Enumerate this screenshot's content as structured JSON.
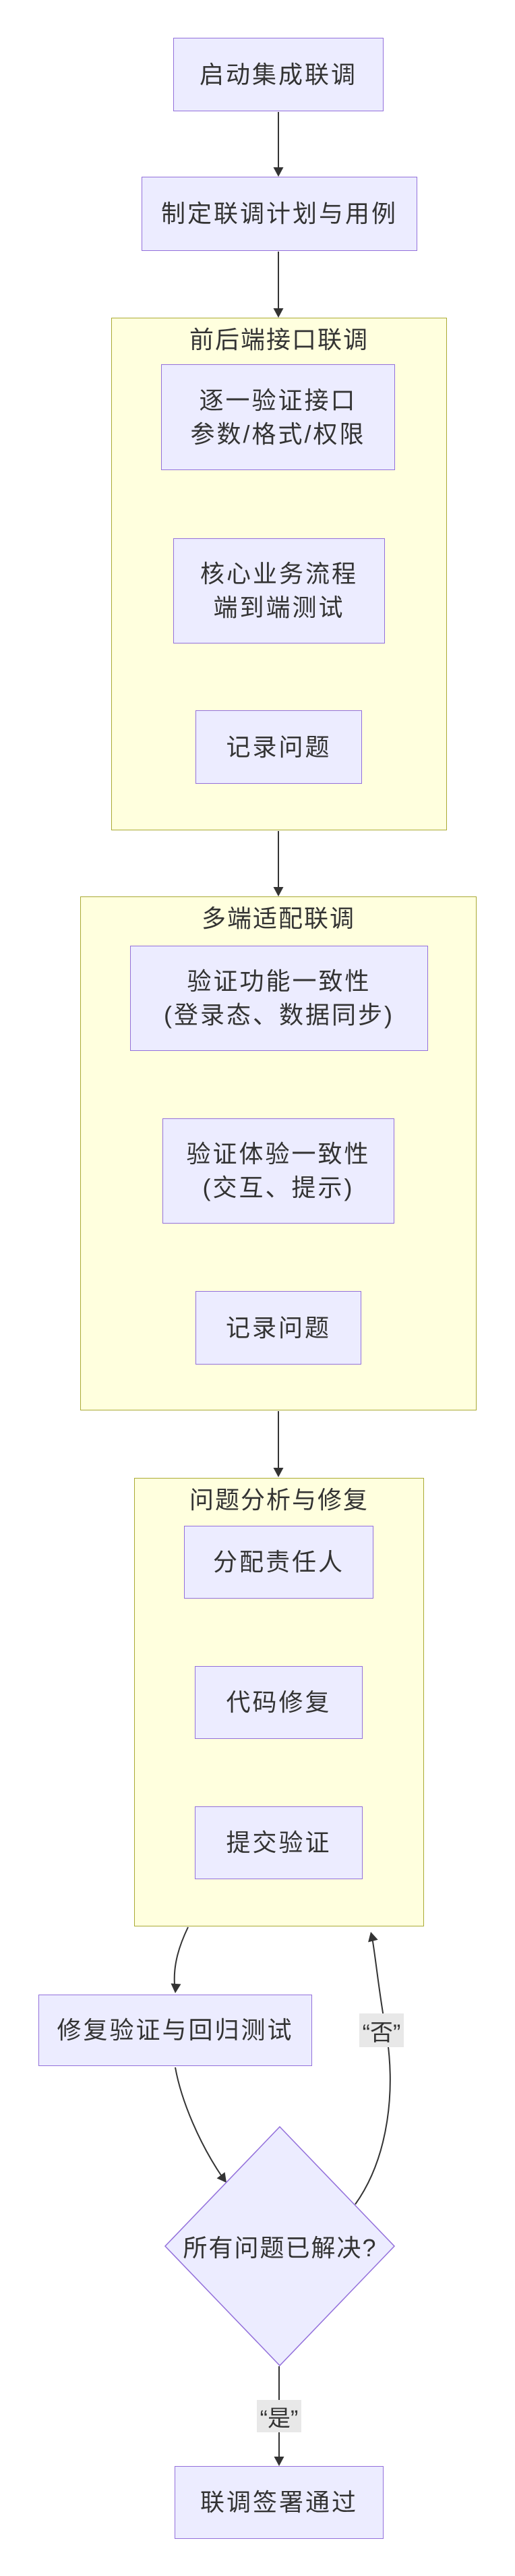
{
  "diagram": {
    "type": "flowchart",
    "direction": "top-down",
    "background": "#FFFFFF"
  },
  "colors": {
    "node_fill": "#ECECFF",
    "node_border": "#9370DB",
    "cluster_fill": "#FFFFDE",
    "cluster_border": "#AAAA33",
    "edge_color": "#333333",
    "text_color": "#333333",
    "edge_label_bg": "#E8E8E8"
  },
  "nodes": {
    "start": {
      "label": "启动集成联调"
    },
    "plan": {
      "label": "制定联调计划与用例"
    },
    "api_verify": {
      "line1": "逐一验证接口",
      "line2": "参数/格式/权限"
    },
    "e2e_test": {
      "line1": "核心业务流程",
      "line2": "端到端测试"
    },
    "log_issues_api": {
      "label": "记录问题"
    },
    "func_consistency": {
      "line1": "验证功能一致性",
      "line2": "(登录态、数据同步)"
    },
    "ux_consistency": {
      "line1": "验证体验一致性",
      "line2": "(交互、提示)"
    },
    "log_issues_multi": {
      "label": "记录问题"
    },
    "assign_owner": {
      "label": "分配责任人"
    },
    "code_fix": {
      "label": "代码修复"
    },
    "submit_verify": {
      "label": "提交验证"
    },
    "regression": {
      "label": "修复验证与回归测试"
    },
    "decision": {
      "label": "所有问题已解决?"
    },
    "signoff": {
      "label": "联调签署通过"
    }
  },
  "clusters": {
    "api_joint": {
      "title": "前后端接口联调"
    },
    "multi_end": {
      "title": "多端适配联调"
    },
    "fix_analysis": {
      "title": "问题分析与修复"
    }
  },
  "edge_labels": {
    "no": "“否”",
    "yes": "“是”"
  },
  "edges": [
    {
      "from": "start",
      "to": "plan"
    },
    {
      "from": "plan",
      "to": "api_joint"
    },
    {
      "from": "api_joint",
      "to": "multi_end"
    },
    {
      "from": "multi_end",
      "to": "fix_analysis"
    },
    {
      "from": "fix_analysis",
      "to": "regression"
    },
    {
      "from": "regression",
      "to": "decision"
    },
    {
      "from": "decision",
      "to": "fix_analysis",
      "label": "“否”"
    },
    {
      "from": "decision",
      "to": "signoff",
      "label": "“是”"
    }
  ]
}
